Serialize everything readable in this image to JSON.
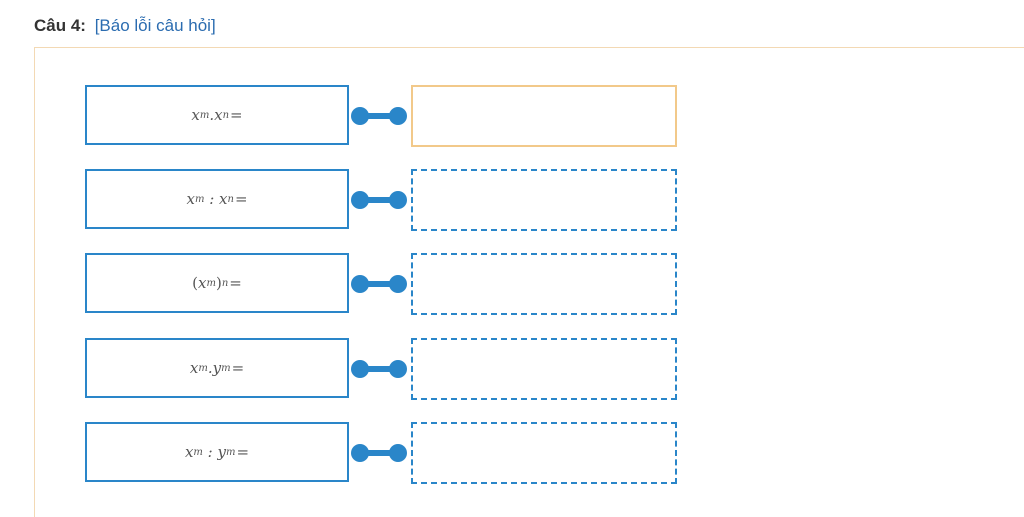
{
  "question": {
    "number_label": "Câu 4:",
    "report_label": "[Báo lỗi câu hỏi]"
  },
  "matching": {
    "rows": [
      {
        "base1": "x",
        "exp1": "m",
        "op": ".",
        "base2": "x",
        "exp2": "n",
        "eq": "=",
        "answer": "",
        "answer_state": "active"
      },
      {
        "base1": "x",
        "exp1": "m",
        "op": " : ",
        "base2": "x",
        "exp2": "n",
        "eq": "=",
        "answer": "",
        "answer_state": "empty"
      },
      {
        "prefix": "(",
        "base1": "x",
        "exp1": "m",
        "close": ")",
        "exp2": "n",
        "eq": "=",
        "answer": "",
        "answer_state": "empty"
      },
      {
        "base1": "x",
        "exp1": "m",
        "op": ".",
        "base2": "y",
        "exp2": "m",
        "eq": "=",
        "answer": "",
        "answer_state": "empty"
      },
      {
        "base1": "x",
        "exp1": "m",
        "op": " : ",
        "base2": "y",
        "exp2": "m",
        "eq": "=",
        "answer": "",
        "answer_state": "empty"
      }
    ]
  },
  "colors": {
    "accent_blue": "#2a86c9",
    "active_border": "#f2c98a",
    "report_link": "#2b6cb0"
  },
  "icons": {
    "connector": "link-connector-icon"
  }
}
